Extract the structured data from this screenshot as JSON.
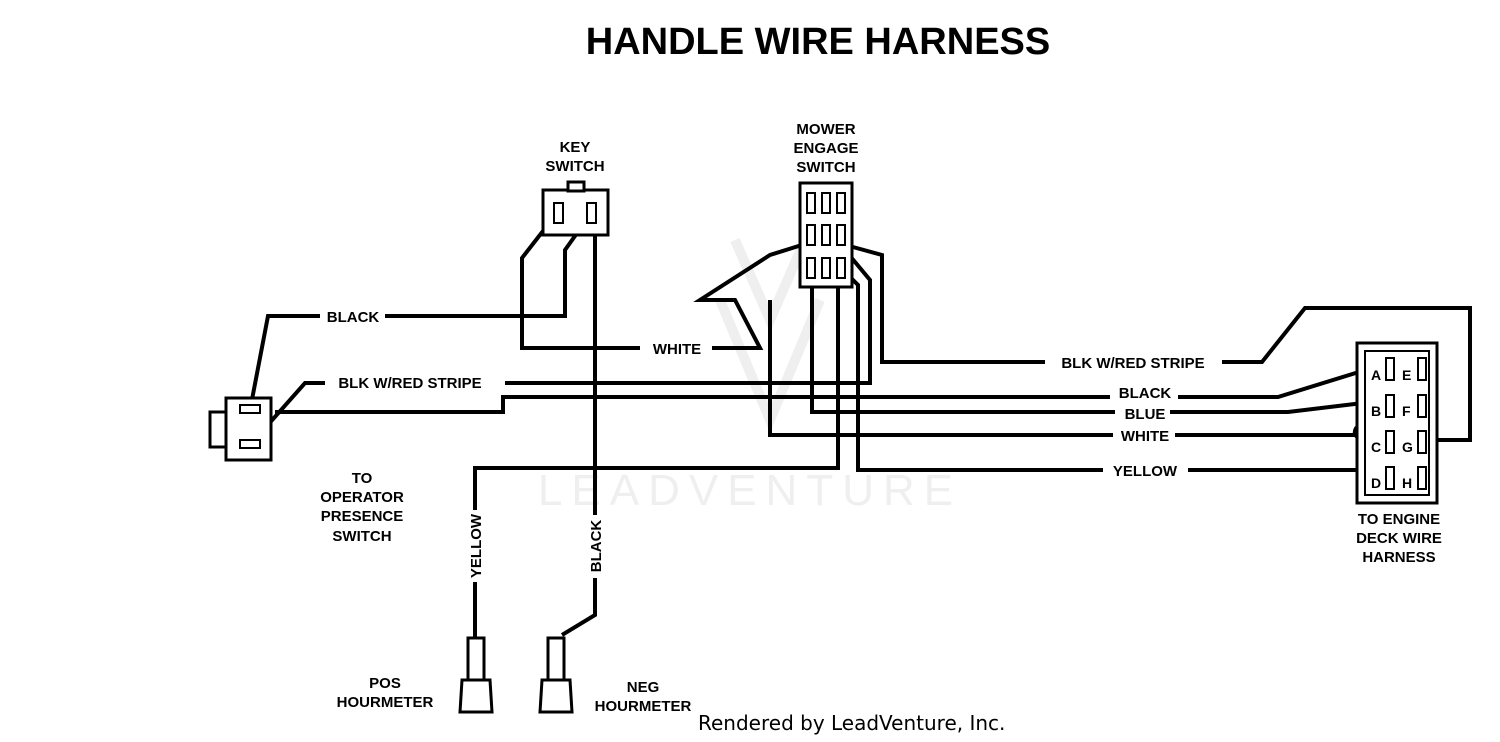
{
  "title": "HANDLE WIRE HARNESS",
  "watermark": "LEADVENTURE",
  "credit": "Rendered by LeadVenture, Inc.",
  "components": {
    "key_switch": [
      "KEY",
      "SWITCH"
    ],
    "mower_engage_switch": [
      "MOWER",
      "ENGAGE",
      "SWITCH"
    ],
    "operator_presence_switch": [
      "TO",
      "OPERATOR",
      "PRESENCE",
      "SWITCH"
    ],
    "engine_deck_harness": [
      "TO ENGINE",
      "DECK WIRE",
      "HARNESS"
    ],
    "pos_hourmeter": [
      "POS",
      "HOURMETER"
    ],
    "neg_hourmeter": [
      "NEG",
      "HOURMETER"
    ]
  },
  "wire_labels": {
    "black_left": "BLACK",
    "blk_red_left": "BLK W/RED STRIPE",
    "white_mid": "WHITE",
    "blk_red_right": "BLK W/RED STRIPE",
    "black_right": "BLACK",
    "blue": "BLUE",
    "white_right": "WHITE",
    "yellow_right": "YELLOW",
    "yellow_vertical": "YELLOW",
    "black_vertical": "BLACK"
  },
  "connector_pins": [
    "A",
    "B",
    "C",
    "D",
    "E",
    "F",
    "G",
    "H"
  ]
}
